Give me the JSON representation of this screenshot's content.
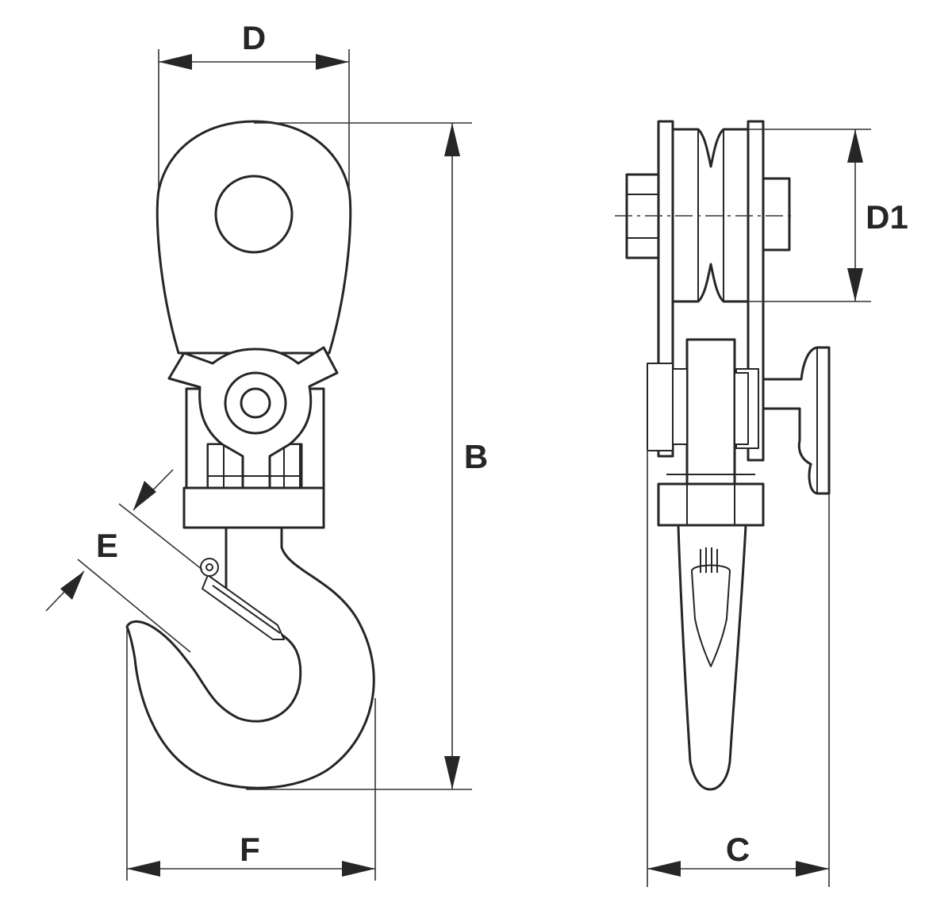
{
  "dimensions": {
    "d": "D",
    "d1": "D1",
    "b": "B",
    "e": "E",
    "f": "F",
    "c": "C"
  },
  "colors": {
    "line": "#262626",
    "background": "#ffffff"
  }
}
